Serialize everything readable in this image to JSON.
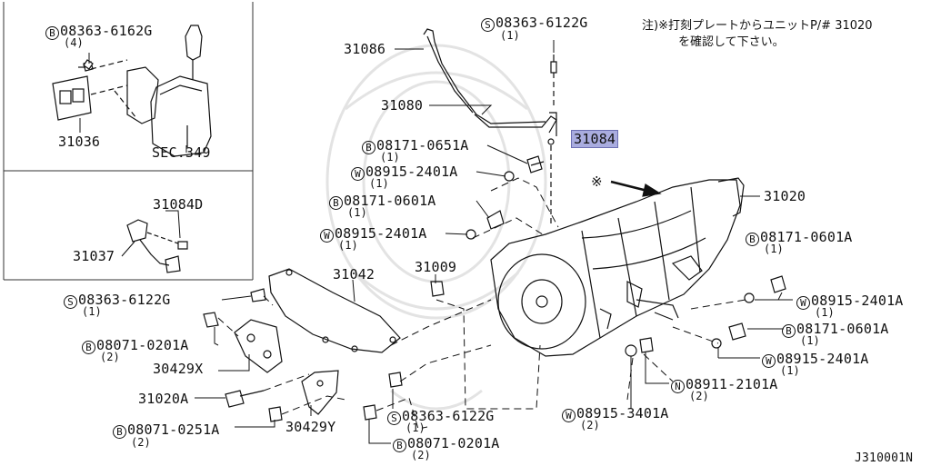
{
  "note": {
    "line1": "注)※打刻プレートからユニットP/# 31020",
    "line2": "を確認して下さい。"
  },
  "star_mark": "※",
  "doc_code": "J310001N",
  "parts": [
    {
      "id": "b-08363-6162g",
      "prefix": "B",
      "number": "08363-6162G",
      "qty": "(4)"
    },
    {
      "id": "31036",
      "number": "31036"
    },
    {
      "id": "sec349",
      "number": "SEC.349"
    },
    {
      "id": "31084d",
      "number": "31084D"
    },
    {
      "id": "31037",
      "number": "31037"
    },
    {
      "id": "31086",
      "number": "31086"
    },
    {
      "id": "s-08363-6122g-top",
      "prefix": "S",
      "number": "08363-6122G",
      "qty": "(1)"
    },
    {
      "id": "31080",
      "number": "31080"
    },
    {
      "id": "31084",
      "number": "31084"
    },
    {
      "id": "b-08171-0651a",
      "prefix": "B",
      "number": "08171-0651A",
      "qty": "(1)"
    },
    {
      "id": "w-08915-2401a-1",
      "prefix": "W",
      "number": "08915-2401A",
      "qty": "(1)"
    },
    {
      "id": "b-08171-0601a-1",
      "prefix": "B",
      "number": "08171-0601A",
      "qty": "(1)"
    },
    {
      "id": "w-08915-2401a-2",
      "prefix": "W",
      "number": "08915-2401A",
      "qty": "(1)"
    },
    {
      "id": "31020",
      "number": "31020"
    },
    {
      "id": "31042",
      "number": "31042"
    },
    {
      "id": "31009",
      "number": "31009"
    },
    {
      "id": "s-08363-6122g-left",
      "prefix": "S",
      "number": "08363-6122G",
      "qty": "(1)"
    },
    {
      "id": "b-08071-0201a-1",
      "prefix": "B",
      "number": "08071-0201A",
      "qty": "(2)"
    },
    {
      "id": "30429x",
      "number": "30429X"
    },
    {
      "id": "31020a",
      "number": "31020A"
    },
    {
      "id": "b-08071-0251a",
      "prefix": "B",
      "number": "08071-0251A",
      "qty": "(2)"
    },
    {
      "id": "30429y",
      "number": "30429Y"
    },
    {
      "id": "s-08363-6122g-bottom",
      "prefix": "S",
      "number": "08363-6122G",
      "qty": "(1)"
    },
    {
      "id": "b-08071-0201a-2",
      "prefix": "B",
      "number": "08071-0201A",
      "qty": "(2)"
    },
    {
      "id": "w-08915-3401a",
      "prefix": "W",
      "number": "08915-3401A",
      "qty": "(2)"
    },
    {
      "id": "n-08911-2101a",
      "prefix": "N",
      "number": "08911-2101A",
      "qty": "(2)"
    },
    {
      "id": "b-08171-0601a-2",
      "prefix": "B",
      "number": "08171-0601A",
      "qty": "(1)"
    },
    {
      "id": "w-08915-2401a-3",
      "prefix": "W",
      "number": "08915-2401A",
      "qty": "(1)"
    },
    {
      "id": "b-08171-0601a-3",
      "prefix": "B",
      "number": "08171-0601A",
      "qty": "(1)"
    },
    {
      "id": "w-08915-2401a-4",
      "prefix": "W",
      "number": "08915-2401A",
      "qty": "(1)"
    }
  ]
}
